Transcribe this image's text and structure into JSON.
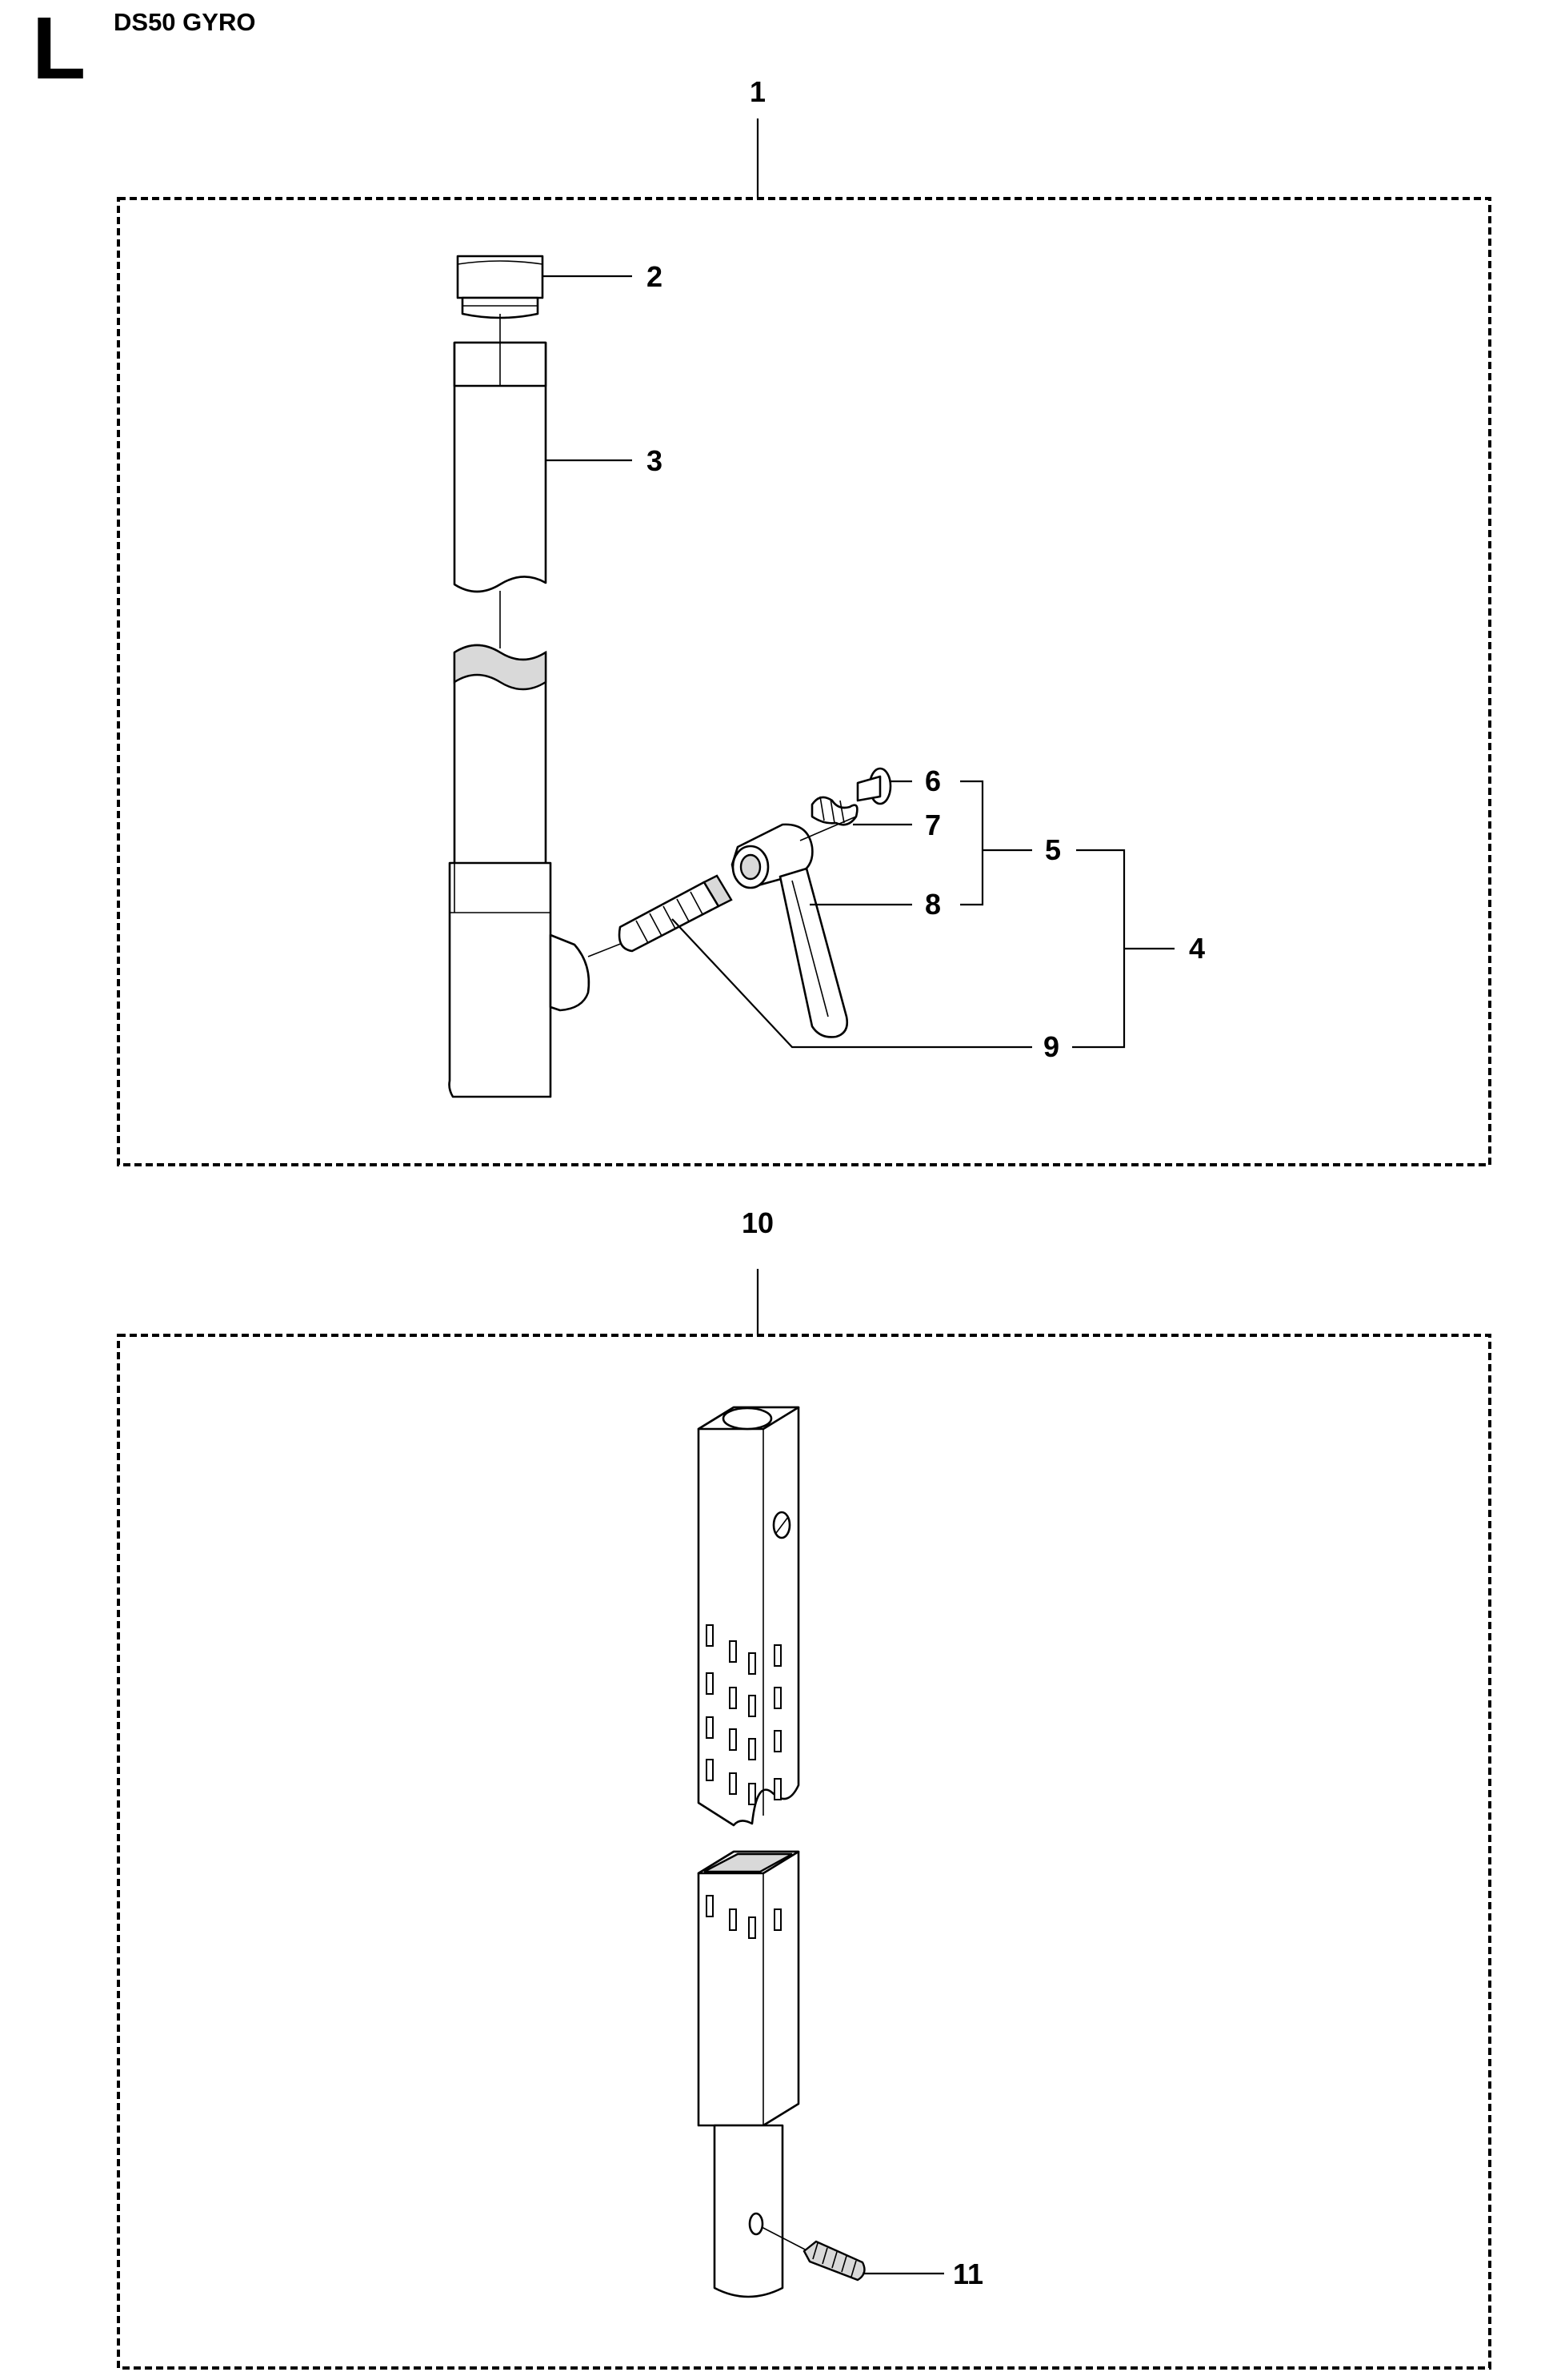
{
  "header": {
    "section_letter": "L",
    "model": "DS50 GYRO"
  },
  "callouts": {
    "c1": "1",
    "c2": "2",
    "c3": "3",
    "c4": "4",
    "c5": "5",
    "c6": "6",
    "c7": "7",
    "c8": "8",
    "c9": "9",
    "c10": "10",
    "c11": "11"
  }
}
